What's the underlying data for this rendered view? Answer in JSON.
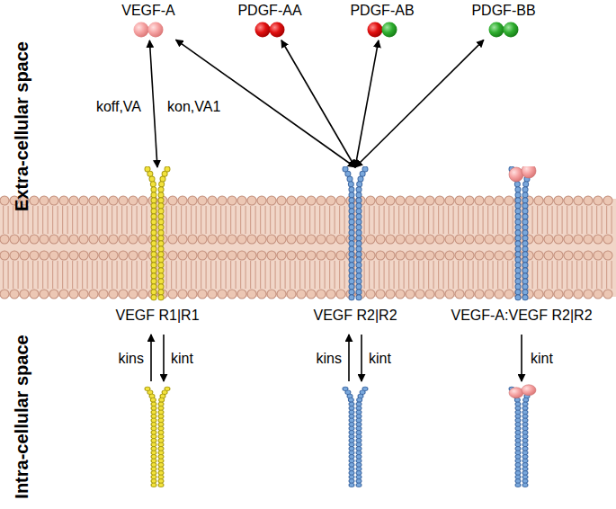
{
  "diagram": {
    "nodes": [
      {
        "text": [
          "VEGF-A"
        ]
      },
      {
        "text": [
          "PDGF-AA"
        ]
      },
      {
        "text": [
          "PDGF-AB"
        ]
      },
      {
        "text": [
          "PDGF-BB"
        ]
      },
      {
        "text": [
          "VEGF R1|R1"
        ]
      },
      {
        "text": [
          "VEGF R2|R2"
        ]
      },
      {
        "text": [
          "VEGF-A:VEGF R2|R2"
        ]
      }
    ],
    "edges": [
      {
        "from": 0,
        "to": 4,
        "arrow": "both"
      },
      {
        "from": 5,
        "to": 0,
        "arrow": "both"
      },
      {
        "from": 5,
        "to": 1,
        "arrow": "both"
      },
      {
        "from": 5,
        "to": 2,
        "arrow": "both"
      },
      {
        "from": 5,
        "to": 3,
        "arrow": "both"
      }
    ],
    "labels": [
      "Extra-cellular space",
      "Intra-cellular space",
      "koff,VA",
      "kon,VA1",
      "kins",
      "kint",
      "kins",
      "kint",
      "kint"
    ]
  }
}
